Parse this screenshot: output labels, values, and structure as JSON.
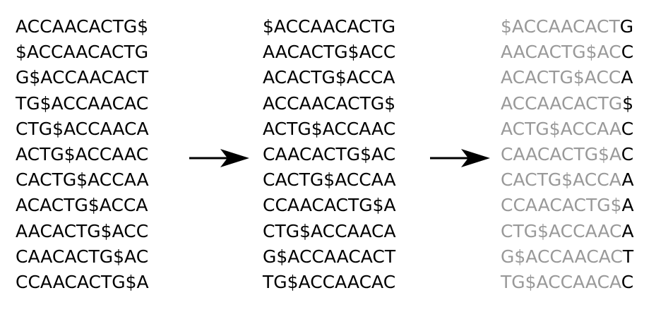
{
  "rotations": [
    "ACCAACACTG$",
    "$ACCAACACTG",
    "G$ACCAACACT",
    "TG$ACCAACAC",
    "CTG$ACCAACA",
    "ACTG$ACCAAC",
    "CACTG$ACCAA",
    "ACACTG$ACCA",
    "AACACTG$ACC",
    "CAACACTG$AC",
    "CCAACACTG$A"
  ],
  "sorted_rotations": [
    "$ACCAACACTG",
    "AACACTG$ACC",
    "ACACTG$ACCA",
    "ACCAACACTG$",
    "ACTG$ACCAAC",
    "CAACACTG$AC",
    "CACTG$ACCAA",
    "CCAACACTG$A",
    "CTG$ACCAACA",
    "G$ACCAACACT",
    "TG$ACCAACAC"
  ],
  "bwt_rows": [
    {
      "prefix": "$ACCAACACT",
      "last": "G"
    },
    {
      "prefix": "AACACTG$AC",
      "last": "C"
    },
    {
      "prefix": "ACACTG$ACC",
      "last": "A"
    },
    {
      "prefix": "ACCAACACTG",
      "last": "$"
    },
    {
      "prefix": "ACTG$ACCAA",
      "last": "C"
    },
    {
      "prefix": "CAACACTG$A",
      "last": "C"
    },
    {
      "prefix": "CACTG$ACCA",
      "last": "A"
    },
    {
      "prefix": "CCAACACTG$",
      "last": "A"
    },
    {
      "prefix": "CTG$ACCAAC",
      "last": "A"
    },
    {
      "prefix": "G$ACCAACAC",
      "last": "T"
    },
    {
      "prefix": "TG$ACCAACA",
      "last": "C"
    }
  ],
  "colors": {
    "text": "#000000",
    "faded_text": "#999999",
    "arrow": "#000000"
  },
  "icons": [
    "right-arrow-icon",
    "right-arrow-icon"
  ]
}
